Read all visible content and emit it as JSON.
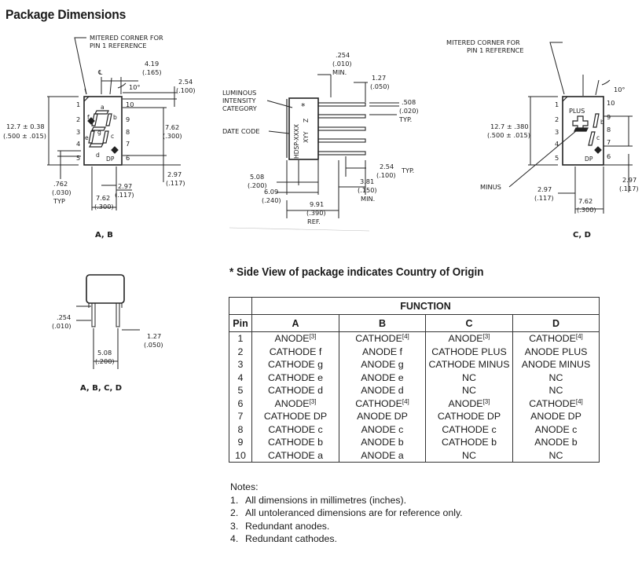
{
  "title": "Package Dimensions",
  "drawings": {
    "ab": {
      "mitered_line1": "MITERED CORNER FOR",
      "mitered_line2": "PIN 1 REFERENCE",
      "dim_419": "4.19",
      "dim_165": "(.165)",
      "angle": "10°",
      "dim_254": "2.54",
      "dim_100": "(.100)",
      "dim_127": "12.7 ± 0.38",
      "dim_500": "(.500 ± .015)",
      "dim_762": "7.62",
      "dim_300": "(.300)",
      "dim_297": "2.97",
      "dim_117": "(.117)",
      "dim_762s": ".762",
      "dim_030": "(.030)",
      "typ": "TYP",
      "dim_297b": "2.97",
      "dim_117b": "(.117)",
      "dim_762b": "7.62",
      "dim_300b": "(.300)",
      "caption": "A, B",
      "pins_left": [
        "1",
        "2",
        "3",
        "4",
        "5"
      ],
      "pins_right": [
        "10",
        "9",
        "8",
        "7",
        "6"
      ],
      "cl": "℄",
      "seg_a": "a",
      "seg_b": "b",
      "seg_c": "c",
      "seg_d": "d",
      "seg_e": "e",
      "seg_f": "f",
      "seg_g": "g",
      "dp": "DP"
    },
    "side": {
      "dim_254": ".254",
      "dim_010": "(.010)",
      "min": "MIN.",
      "luminous1": "LUMINOUS",
      "luminous2": "INTENSITY",
      "luminous3": "CATEGORY",
      "dim_127": "1.27",
      "dim_050": "(.050)",
      "dim_508": ".508",
      "dim_020": "(.020)",
      "typ": "TYP.",
      "date_code": "DATE CODE",
      "marking1": "HDSP-XXXX",
      "marking2": "XYY",
      "marking3": "Z",
      "dim_254b": "2.54",
      "dim_100": "(.100)",
      "typ2": "TYP.",
      "dim_508b": "5.08",
      "dim_200": "(.200)",
      "dim_609": "6.09",
      "dim_240": "(.240)",
      "dim_381": "3.81",
      "dim_150": "(.150)",
      "min2": "MIN.",
      "dim_991": "9.91",
      "dim_390": "(.390)",
      "ref": "REF."
    },
    "cd": {
      "mitered_line1": "MITERED CORNER FOR",
      "mitered_line2": "PIN 1 REFERENCE",
      "angle": "10°",
      "plus": "PLUS",
      "minus": "MINUS",
      "dim_127": "12.7 ± .380",
      "dim_500": "(.500 ± .015)",
      "dim_297": "2.97",
      "dim_117": "(.117)",
      "dim_297b": "2.97",
      "dim_117b": "(.117)",
      "dim_762": "7.62",
      "dim_300": "(.300)",
      "caption": "C, D",
      "pins_left": [
        "1",
        "2",
        "3",
        "4",
        "5"
      ],
      "pins_right": [
        "10",
        "9",
        "8",
        "7",
        "6"
      ],
      "seg_b": "b",
      "seg_c": "c",
      "dp": "DP"
    },
    "pkg": {
      "dim_254": ".254",
      "dim_010": "(.010)",
      "dim_127": "1.27",
      "dim_050": "(.050)",
      "dim_508": "5.08",
      "dim_200": "(.200)",
      "caption": "A, B, C, D"
    }
  },
  "side_note": "* Side View of package indicates Country of Origin",
  "table": {
    "function_header": "FUNCTION",
    "pin_header": "Pin",
    "columns": [
      "A",
      "B",
      "C",
      "D"
    ],
    "rows": [
      {
        "pin": "1",
        "a": "ANODE",
        "a_sup": "[3]",
        "b": "CATHODE",
        "b_sup": "[4]",
        "c": "ANODE",
        "c_sup": "[3]",
        "d": "CATHODE",
        "d_sup": "[4]"
      },
      {
        "pin": "2",
        "a": "CATHODE f",
        "b": "ANODE f",
        "c": "CATHODE PLUS",
        "d": "ANODE PLUS"
      },
      {
        "pin": "3",
        "a": "CATHODE g",
        "b": "ANODE g",
        "c": "CATHODE MINUS",
        "d": "ANODE MINUS"
      },
      {
        "pin": "4",
        "a": "CATHODE e",
        "b": "ANODE e",
        "c": "NC",
        "d": "NC"
      },
      {
        "pin": "5",
        "a": "CATHODE d",
        "b": "ANODE d",
        "c": "NC",
        "d": "NC"
      },
      {
        "pin": "6",
        "a": "ANODE",
        "a_sup": "[3]",
        "b": "CATHODE",
        "b_sup": "[4]",
        "c": "ANODE",
        "c_sup": "[3]",
        "d": "CATHODE",
        "d_sup": "[4]"
      },
      {
        "pin": "7",
        "a": "CATHODE DP",
        "b": "ANODE DP",
        "c": "CATHODE DP",
        "d": "ANODE DP"
      },
      {
        "pin": "8",
        "a": "CATHODE c",
        "b": "ANODE c",
        "c": "CATHODE c",
        "d": "ANODE c"
      },
      {
        "pin": "9",
        "a": "CATHODE b",
        "b": "ANODE b",
        "c": "CATHODE b",
        "d": "ANODE b"
      },
      {
        "pin": "10",
        "a": "CATHODE a",
        "b": "ANODE a",
        "c": "NC",
        "d": "NC"
      }
    ]
  },
  "notes": {
    "heading": "Notes:",
    "items": [
      {
        "num": "1.",
        "text": "All dimensions in millimetres (inches)."
      },
      {
        "num": "2.",
        "text": "All untoleranced dimensions are for reference only."
      },
      {
        "num": "3.",
        "text": "Redundant anodes."
      },
      {
        "num": "4.",
        "text": "Redundant cathodes."
      }
    ]
  }
}
